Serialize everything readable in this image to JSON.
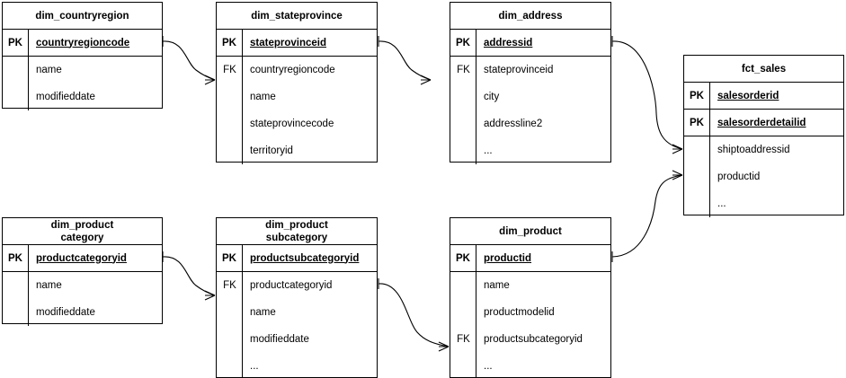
{
  "diagram": {
    "title": "",
    "type": "entity-relationship-diagram",
    "line_color": "#000000",
    "fill_color": "#ffffff",
    "text_color": "#000000"
  },
  "entities": [
    {
      "id": "dim_countryregion",
      "title": "dim_countryregion",
      "keys": [
        {
          "tag": "PK",
          "name": "countryregioncode"
        }
      ],
      "fk_tag": "",
      "fk_index": -1,
      "attributes": [
        "name",
        "modifieddate"
      ]
    },
    {
      "id": "dim_stateprovince",
      "title": "dim_stateprovince",
      "keys": [
        {
          "tag": "PK",
          "name": "stateprovinceid"
        }
      ],
      "fk_tag": "FK",
      "fk_index": 0,
      "attributes": [
        "countryregioncode",
        "name",
        "stateprovincecode",
        "territoryid"
      ]
    },
    {
      "id": "dim_address",
      "title": "dim_address",
      "keys": [
        {
          "tag": "PK",
          "name": "addressid"
        }
      ],
      "fk_tag": "FK",
      "fk_index": 0,
      "attributes": [
        "stateprovinceid",
        "city",
        "addressline2",
        "..."
      ]
    },
    {
      "id": "fct_sales",
      "title": "fct_sales",
      "keys": [
        {
          "tag": "PK",
          "name": "salesorderid"
        },
        {
          "tag": "PK",
          "name": "salesorderdetailid"
        }
      ],
      "fk_tag": "",
      "fk_index": -1,
      "attributes": [
        "shiptoaddressid",
        "productid",
        "..."
      ]
    },
    {
      "id": "dim_productcategory",
      "title": "dim_product\ncategory",
      "keys": [
        {
          "tag": "PK",
          "name": "productcategoryid"
        }
      ],
      "fk_tag": "",
      "fk_index": -1,
      "attributes": [
        "name",
        "modifieddate"
      ]
    },
    {
      "id": "dim_productsubcategory",
      "title": "dim_product\nsubcategory",
      "keys": [
        {
          "tag": "PK",
          "name": "productsubcategoryid"
        }
      ],
      "fk_tag": "FK",
      "fk_index": 0,
      "attributes": [
        "productcategoryid",
        "name",
        "modifieddate",
        "..."
      ]
    },
    {
      "id": "dim_product",
      "title": "dim_product",
      "keys": [
        {
          "tag": "PK",
          "name": "productid"
        }
      ],
      "fk_tag": "FK",
      "fk_index": 2,
      "attributes": [
        "name",
        "productmodelid",
        "productsubcategoryid",
        "..."
      ]
    }
  ],
  "relationships": [
    {
      "from": "dim_countryregion.countryregioncode",
      "to": "dim_stateprovince.countryregioncode",
      "from_cardinality": "one",
      "to_cardinality": "many"
    },
    {
      "from": "dim_stateprovince.stateprovinceid",
      "to": "dim_address.stateprovinceid",
      "from_cardinality": "one",
      "to_cardinality": "many"
    },
    {
      "from": "dim_address.addressid",
      "to": "fct_sales.shiptoaddressid",
      "from_cardinality": "one",
      "to_cardinality": "many"
    },
    {
      "from": "dim_product.productid",
      "to": "fct_sales.productid",
      "from_cardinality": "one",
      "to_cardinality": "many"
    },
    {
      "from": "dim_productcategory.productcategoryid",
      "to": "dim_productsubcategory.productcategoryid",
      "from_cardinality": "one",
      "to_cardinality": "many"
    },
    {
      "from": "dim_productsubcategory.productsubcategoryid",
      "to": "dim_product.productsubcategoryid",
      "from_cardinality": "one",
      "to_cardinality": "many"
    }
  ]
}
